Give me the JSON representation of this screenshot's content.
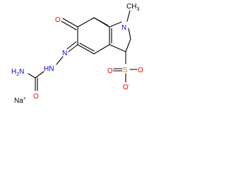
{
  "molecule": {
    "atoms": {
      "ketone_o": "O",
      "ring_n": "N",
      "n_methyl": "CH",
      "n_methyl_sub": "3",
      "hydrazone_n1": "N",
      "hydrazone_nh": "HN",
      "amide_nh2": "H",
      "amide_nh2_n": "N",
      "amide_nh2_sub": "2",
      "amide_o": "O",
      "sulfur": "S",
      "sulfo_o_top": "O",
      "sulfo_o_right": "O",
      "sulfo_o_bottom": "O",
      "sulfo_o_charge": "-",
      "counter_ion": "Na",
      "counter_ion_charge": "+"
    },
    "colors": {
      "oxygen": "#ff0000",
      "nitrogen": "#0000ff",
      "sulfur": "#b8860b",
      "carbon": "#000000",
      "bond": "#000000"
    }
  }
}
